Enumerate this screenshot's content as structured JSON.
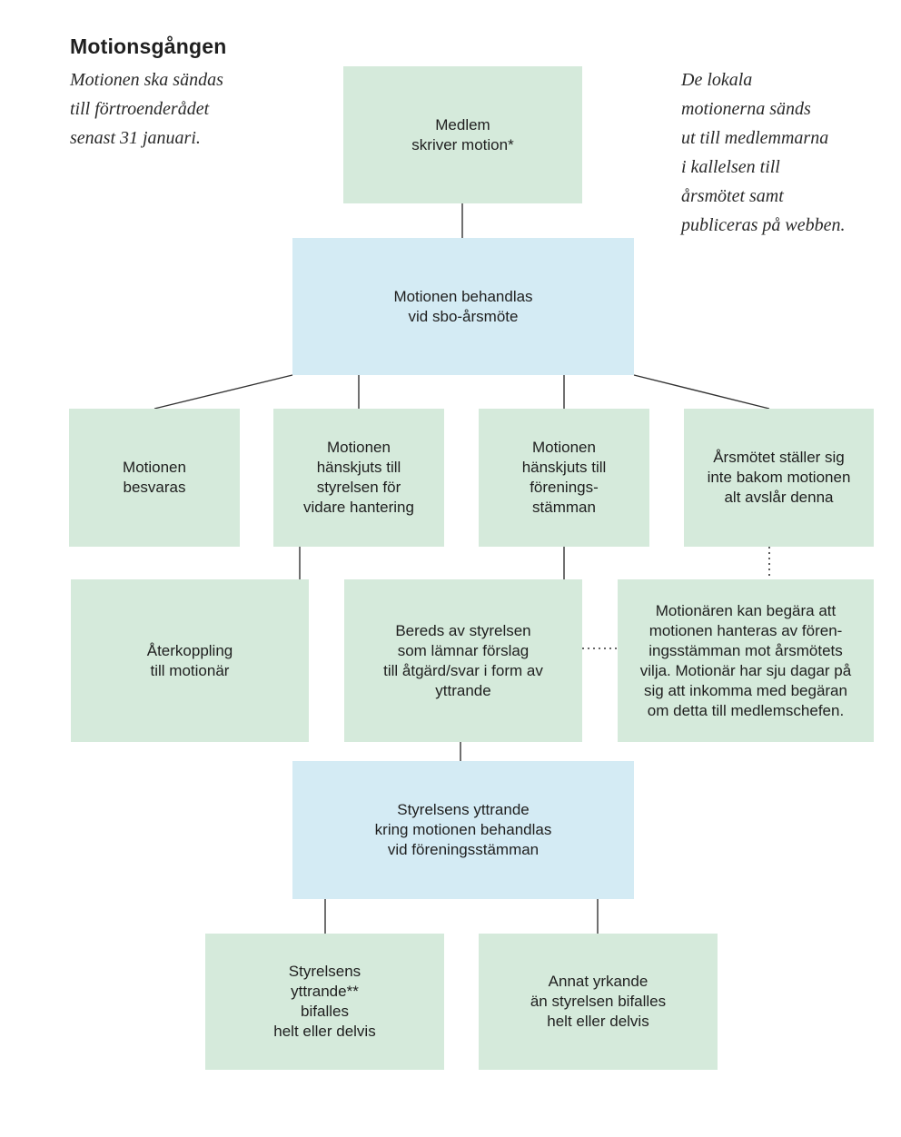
{
  "title": "Motionsgången",
  "notes": {
    "left": "Motionen ska sändas\ntill förtroenderådet\nsenast 31 januari.",
    "right": "De lokala\nmotionerna sänds\nut till medlemmarna\ni kallelsen till\nårsmötet samt\npubliceras på webben."
  },
  "boxes": {
    "member_writes": "Medlem\nskriver motion*",
    "sbo_meeting": "Motionen behandlas\nvid sbo-årsmöte",
    "answered": "Motionen\nbesvaras",
    "to_board": "Motionen\nhänskjuts till\nstyrelsen för\nvidare hantering",
    "to_assembly": "Motionen\nhänskjuts till\nförenings-\nstämman",
    "rejected": "Årsmötet ställer sig\ninte bakom motionen\nalt avslår denna",
    "feedback": "Återkoppling\ntill motionär",
    "prepared": "Bereds av styrelsen\nsom lämnar förslag\ntill åtgärd/svar i form av\nyttrande",
    "appeal": "Motionären kan begära att\nmotionen hanteras av fören-\ningsstämman mot årsmötets\nvilja. Motionär har sju dagar på\nsig att inkomma med begäran\nom detta till medlemschefen.",
    "statement_handled": "Styrelsens yttrande\nkring motionen behandlas\nvid föreningsstämman",
    "approved": "Styrelsens\nyttrande**\nbifalles\nhelt eller delvis",
    "other_approved": "Annat yrkande\nän styrelsen bifalles\nhelt eller delvis"
  },
  "colors": {
    "green_box": "#d5eadb",
    "blue_box": "#d4ebf4",
    "line": "#333333"
  }
}
